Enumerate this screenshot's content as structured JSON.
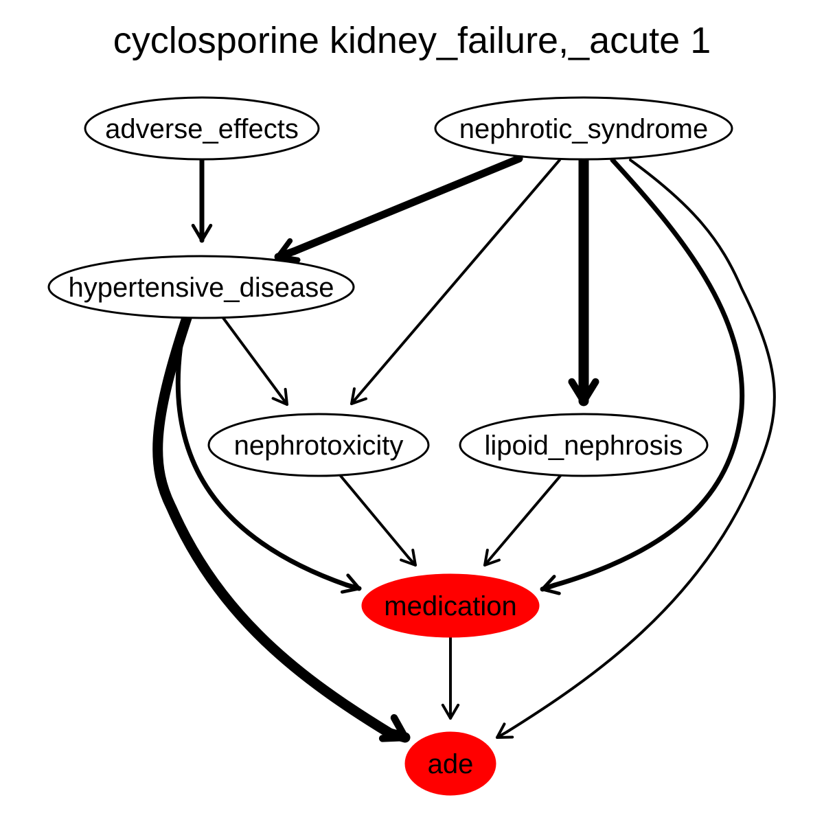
{
  "title": "cyclosporine kidney_failure,_acute 1",
  "colors": {
    "highlight": "#ff0000",
    "stroke": "#000000",
    "background": "#ffffff"
  },
  "nodes": [
    {
      "id": "adverse_effects",
      "label": "adverse_effects",
      "highlighted": false
    },
    {
      "id": "nephrotic_syndrome",
      "label": "nephrotic_syndrome",
      "highlighted": false
    },
    {
      "id": "hypertensive_disease",
      "label": "hypertensive_disease",
      "highlighted": false
    },
    {
      "id": "nephrotoxicity",
      "label": "nephrotoxicity",
      "highlighted": false
    },
    {
      "id": "lipoid_nephrosis",
      "label": "lipoid_nephrosis",
      "highlighted": false
    },
    {
      "id": "medication",
      "label": "medication",
      "highlighted": true
    },
    {
      "id": "ade",
      "label": "ade",
      "highlighted": true
    }
  ],
  "edges": [
    {
      "from": "adverse_effects",
      "to": "hypertensive_disease",
      "weight": "medium"
    },
    {
      "from": "nephrotic_syndrome",
      "to": "hypertensive_disease",
      "weight": "heavy"
    },
    {
      "from": "nephrotic_syndrome",
      "to": "nephrotoxicity",
      "weight": "light"
    },
    {
      "from": "nephrotic_syndrome",
      "to": "lipoid_nephrosis",
      "weight": "heaviest"
    },
    {
      "from": "nephrotic_syndrome",
      "to": "medication",
      "weight": "medium"
    },
    {
      "from": "nephrotic_syndrome",
      "to": "ade",
      "weight": "light"
    },
    {
      "from": "hypertensive_disease",
      "to": "nephrotoxicity",
      "weight": "light"
    },
    {
      "from": "hypertensive_disease",
      "to": "medication",
      "weight": "medium"
    },
    {
      "from": "hypertensive_disease",
      "to": "ade",
      "weight": "heaviest"
    },
    {
      "from": "nephrotoxicity",
      "to": "medication",
      "weight": "light"
    },
    {
      "from": "lipoid_nephrosis",
      "to": "medication",
      "weight": "light"
    },
    {
      "from": "medication",
      "to": "ade",
      "weight": "light"
    }
  ]
}
